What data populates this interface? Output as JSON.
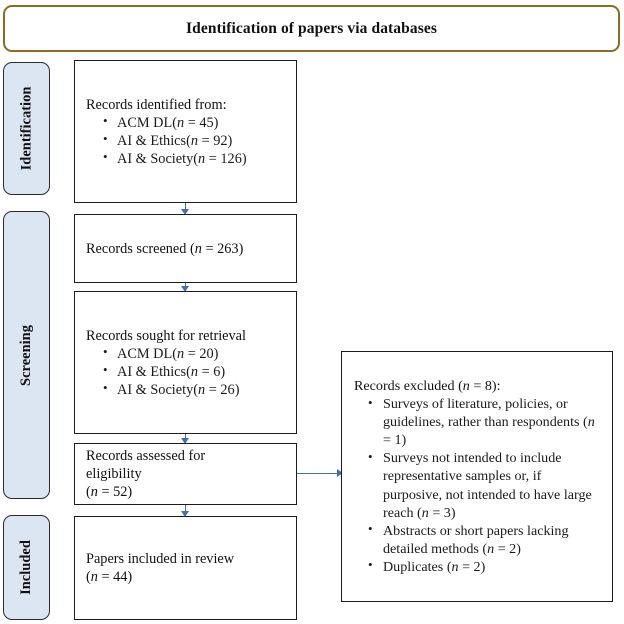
{
  "header": {
    "title": "Identification of papers via databases",
    "border_color": "#8a6d1f"
  },
  "phases": [
    {
      "id": "identification",
      "label": "Identification"
    },
    {
      "id": "screening",
      "label": "Screening"
    },
    {
      "id": "included",
      "label": "Included"
    }
  ],
  "colors": {
    "phase_fill": "#dce6f2",
    "phase_border": "#2b2b2b",
    "box_border": "#1c1c1c",
    "arrow": "#4472a8",
    "header_border": "#8a6d1f"
  },
  "boxes": {
    "identified": {
      "heading": "Records identified from:",
      "items": [
        {
          "source": "ACM DL",
          "n_prefix": "(",
          "n_label": "n",
          "n_eq": " = ",
          "n_value": "45",
          "n_suffix": ")"
        },
        {
          "source": "AI & Ethics",
          "n_prefix": "(",
          "n_label": "n",
          "n_eq": " = ",
          "n_value": "92",
          "n_suffix": ")"
        },
        {
          "source": "AI & Society",
          "n_prefix": "(",
          "n_label": "n",
          "n_eq": " = ",
          "n_value": "126",
          "n_suffix": ")"
        }
      ]
    },
    "screened": {
      "text_before": "Records screened (",
      "n_label": "n",
      "text_after": " = 263)"
    },
    "sought": {
      "heading": "Records sought for retrieval",
      "items": [
        {
          "source": "ACM DL",
          "n_prefix": "(",
          "n_label": "n",
          "n_eq": " = ",
          "n_value": "20",
          "n_suffix": ")"
        },
        {
          "source": "AI & Ethics",
          "n_prefix": "(",
          "n_label": "n",
          "n_eq": " = ",
          "n_value": "6",
          "n_suffix": ")"
        },
        {
          "source": "AI & Society",
          "n_prefix": "(",
          "n_label": "n",
          "n_eq": " = ",
          "n_value": "26",
          "n_suffix": ")"
        }
      ]
    },
    "eligibility": {
      "line1": "Records assessed for",
      "line2": "eligibility",
      "line3_prefix": "(",
      "n_label": "n",
      "line3_suffix": " = 52)"
    },
    "included": {
      "line1": "Papers included in review",
      "line2_prefix": "(",
      "n_label": "n",
      "line2_suffix": " = 44)"
    },
    "excluded": {
      "heading_before": "Records excluded (",
      "heading_n": "n",
      "heading_after": " = 8):",
      "items": [
        {
          "text": "Surveys of literature, policies, or guidelines, rather than respondents",
          "n_prefix": "(",
          "n_label": "n",
          "n_suffix": " = 1)"
        },
        {
          "text": "Surveys not intended to include representative samples or, if purposive, not intended to have large reach",
          "n_prefix": "(",
          "n_label": "n",
          "n_suffix": " = 3)"
        },
        {
          "text": "Abstracts or short papers lacking detailed methods",
          "n_prefix": "(",
          "n_label": "n",
          "n_suffix": " = 2)"
        },
        {
          "text": "Duplicates",
          "n_prefix": "(",
          "n_label": "n",
          "n_suffix": " = 2)"
        }
      ]
    }
  },
  "arrows": [
    {
      "id": "identified-to-screened",
      "direction": "down"
    },
    {
      "id": "screened-to-sought",
      "direction": "down"
    },
    {
      "id": "sought-to-eligibility",
      "direction": "down"
    },
    {
      "id": "eligibility-to-included",
      "direction": "down"
    },
    {
      "id": "eligibility-to-excluded",
      "direction": "right"
    }
  ]
}
